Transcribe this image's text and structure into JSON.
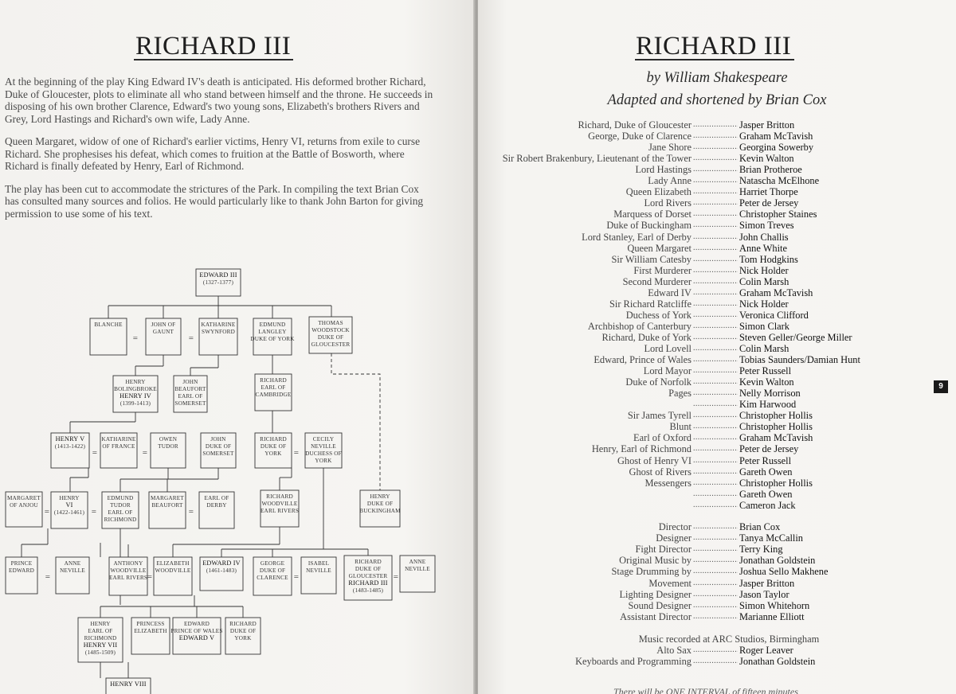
{
  "left": {
    "title": "RICHARD III",
    "paragraphs": [
      "At the beginning of the play King Edward IV's death is anticipated. His deformed brother Richard, Duke of Gloucester, plots to eliminate all who stand between himself and the throne. He succeeds in disposing of his own brother Clarence, Edward's two young sons, Elizabeth's brothers Rivers and Grey, Lord Hastings and Richard's own wife, Lady Anne.",
      "Queen Margaret, widow of one of Richard's earlier victims, Henry VI, returns from exile to curse Richard. She prophesises his defeat, which comes to fruition at the Battle of Bosworth, where Richard is finally defeated by Henry, Earl of Richmond.",
      "The play has been cut to accommodate the strictures of the Park. In compiling the text Brian Cox has consulted many sources and folios. He would particularly like to thank John Barton for giving permission to use some of his text."
    ],
    "tree": {
      "edward3": [
        "EDWARD III",
        "(1327-1377)"
      ],
      "blanche": [
        "BLANCHE"
      ],
      "john_gaunt": [
        "JOHN OF",
        "GAUNT"
      ],
      "katharine_swynford": [
        "KATHARINE",
        "SWYNFORD"
      ],
      "edmund_langley": [
        "EDMUND",
        "LANGLEY",
        "DUKE OF YORK"
      ],
      "thomas_woodstock": [
        "THOMAS",
        "WOODSTOCK",
        "DUKE OF",
        "GLOUCESTER"
      ],
      "henry4": [
        "HENRY",
        "BOLINGBROKE",
        "HENRY IV",
        "(1399-1413)"
      ],
      "john_beaufort": [
        "JOHN",
        "BEAUFORT",
        "EARL OF",
        "SOMERSET"
      ],
      "richard_cambridge": [
        "RICHARD",
        "EARL OF",
        "CAMBRIDGE"
      ],
      "henry5": [
        "HENRY V",
        "(1413-1422)"
      ],
      "katharine_france": [
        "KATHARINE",
        "OF FRANCE"
      ],
      "owen_tudor": [
        "OWEN",
        "TUDOR"
      ],
      "john_somerset": [
        "JOHN",
        "DUKE OF",
        "SOMERSET"
      ],
      "richard_york": [
        "RICHARD",
        "DUKE OF",
        "YORK"
      ],
      "cecily_neville": [
        "CECILY",
        "NEVILLE",
        "DUCHESS OF",
        "YORK"
      ],
      "margaret_anjou": [
        "MARGARET",
        "OF ANJOU"
      ],
      "henry6": [
        "HENRY",
        "VI",
        "(1422-1461)"
      ],
      "edmund_tudor": [
        "EDMUND",
        "TUDOR",
        "EARL OF",
        "RICHMOND"
      ],
      "margaret_beaufort": [
        "MARGARET",
        "BEAUFORT"
      ],
      "earl_derby": [
        "EARL OF",
        "DERBY"
      ],
      "richard_woodville": [
        "RICHARD",
        "WOODVILLE",
        "EARL RIVERS"
      ],
      "henry_buckingham": [
        "HENRY",
        "DUKE OF",
        "BUCKINGHAM"
      ],
      "prince_edward": [
        "PRINCE",
        "EDWARD"
      ],
      "anne_neville_1": [
        "ANNE",
        "NEVILLE"
      ],
      "anthony_woodville": [
        "ANTHONY",
        "WOODVILLE",
        "EARL RIVERS"
      ],
      "elizabeth_woodville": [
        "ELIZABETH",
        "WOODVILLE"
      ],
      "edward4": [
        "EDWARD IV",
        "(1461-1483)"
      ],
      "george_clarence": [
        "GEORGE",
        "DUKE OF",
        "CLARENCE"
      ],
      "isabel_neville": [
        "ISABEL",
        "NEVILLE"
      ],
      "richard3": [
        "RICHARD",
        "DUKE OF",
        "GLOUCESTER",
        "RICHARD III",
        "(1483-1485)"
      ],
      "anne_neville_2": [
        "ANNE",
        "NEVILLE"
      ],
      "henry7": [
        "HENRY",
        "EARL OF",
        "RICHMOND",
        "HENRY VII",
        "(1485-1509)"
      ],
      "princess_elizabeth": [
        "PRINCESS",
        "ELIZABETH"
      ],
      "edward5": [
        "EDWARD",
        "PRINCE OF WALES",
        "EDWARD V"
      ],
      "richard_york_2": [
        "RICHARD",
        "DUKE OF",
        "YORK"
      ],
      "henry8": [
        "HENRY VIII"
      ],
      "equals_sign": "="
    }
  },
  "right": {
    "title": "RICHARD III",
    "byline": "by William Shakespeare",
    "adaptation": "Adapted and shortened by Brian Cox",
    "dots": "............................................",
    "cast": [
      {
        "role": "Richard, Duke of Gloucester",
        "actor": "Jasper Britton"
      },
      {
        "role": "George, Duke of Clarence",
        "actor": "Graham McTavish"
      },
      {
        "role": "Jane Shore",
        "actor": "Georgina Sowerby"
      },
      {
        "role": "Sir Robert Brakenbury, Lieutenant of the Tower",
        "actor": "Kevin Walton"
      },
      {
        "role": "Lord Hastings",
        "actor": "Brian Protheroe"
      },
      {
        "role": "Lady Anne",
        "actor": "Natascha McElhone"
      },
      {
        "role": "Queen Elizabeth",
        "actor": "Harriet Thorpe"
      },
      {
        "role": "Lord Rivers",
        "actor": "Peter de Jersey"
      },
      {
        "role": "Marquess of Dorset",
        "actor": "Christopher Staines"
      },
      {
        "role": "Duke of Buckingham",
        "actor": "Simon Treves"
      },
      {
        "role": "Lord Stanley, Earl of Derby",
        "actor": "John Challis"
      },
      {
        "role": "Queen Margaret",
        "actor": "Anne White"
      },
      {
        "role": "Sir William Catesby",
        "actor": "Tom Hodgkins"
      },
      {
        "role": "First Murderer",
        "actor": "Nick Holder"
      },
      {
        "role": "Second Murderer",
        "actor": "Colin Marsh"
      },
      {
        "role": "Edward IV",
        "actor": "Graham McTavish"
      },
      {
        "role": "Sir Richard Ratcliffe",
        "actor": "Nick Holder"
      },
      {
        "role": "Duchess of York",
        "actor": "Veronica Clifford"
      },
      {
        "role": "Archbishop of Canterbury",
        "actor": "Simon Clark"
      },
      {
        "role": "Richard, Duke of York",
        "actor": "Steven Geller/George Miller"
      },
      {
        "role": "Lord Lovell",
        "actor": "Colin Marsh"
      },
      {
        "role": "Edward, Prince of Wales",
        "actor": "Tobias Saunders/Damian Hunt"
      },
      {
        "role": "Lord Mayor",
        "actor": "Peter Russell"
      },
      {
        "role": "Duke of Norfolk",
        "actor": "Kevin Walton"
      },
      {
        "role": "Pages",
        "actor": "Nelly Morrison"
      },
      {
        "role": "",
        "actor": "Kim Harwood"
      },
      {
        "role": "Sir James Tyrell",
        "actor": "Christopher Hollis"
      },
      {
        "role": "Blunt",
        "actor": "Christopher Hollis"
      },
      {
        "role": "Earl of Oxford",
        "actor": "Graham McTavish"
      },
      {
        "role": "Henry, Earl of Richmond",
        "actor": "Peter de Jersey"
      },
      {
        "role": "Ghost of Henry VI",
        "actor": "Peter Russell"
      },
      {
        "role": "Ghost of Rivers",
        "actor": "Gareth Owen"
      },
      {
        "role": "Messengers",
        "actor": "Christopher Hollis"
      },
      {
        "role": "",
        "actor": "Gareth Owen"
      },
      {
        "role": "",
        "actor": "Cameron Jack"
      }
    ],
    "creative": [
      {
        "role": "Director",
        "actor": "Brian Cox"
      },
      {
        "role": "Designer",
        "actor": "Tanya McCallin"
      },
      {
        "role": "Fight Director",
        "actor": "Terry King"
      },
      {
        "role": "Original Music by",
        "actor": "Jonathan Goldstein"
      },
      {
        "role": "Stage Drumming by",
        "actor": "Joshua Sello Makhene"
      },
      {
        "role": "Movement",
        "actor": "Jasper Britton"
      },
      {
        "role": "Lighting Designer",
        "actor": "Jason Taylor"
      },
      {
        "role": "Sound Designer",
        "actor": "Simon Whitehorn"
      },
      {
        "role": "Assistant Director",
        "actor": "Marianne Elliott"
      }
    ],
    "music_heading": "Music recorded at ARC Studios, Birmingham",
    "music": [
      {
        "role": "Alto Sax",
        "actor": "Roger Leaver"
      },
      {
        "role": "Keyboards and Programming",
        "actor": "Jonathan Goldstein"
      }
    ],
    "footnote": "There will be ONE INTERVAL of fifteen minutes",
    "page_number": "9"
  },
  "colors": {
    "paper": "#f5f4f1",
    "ink": "#2a2a2a",
    "gutter": "#9e9c98"
  }
}
